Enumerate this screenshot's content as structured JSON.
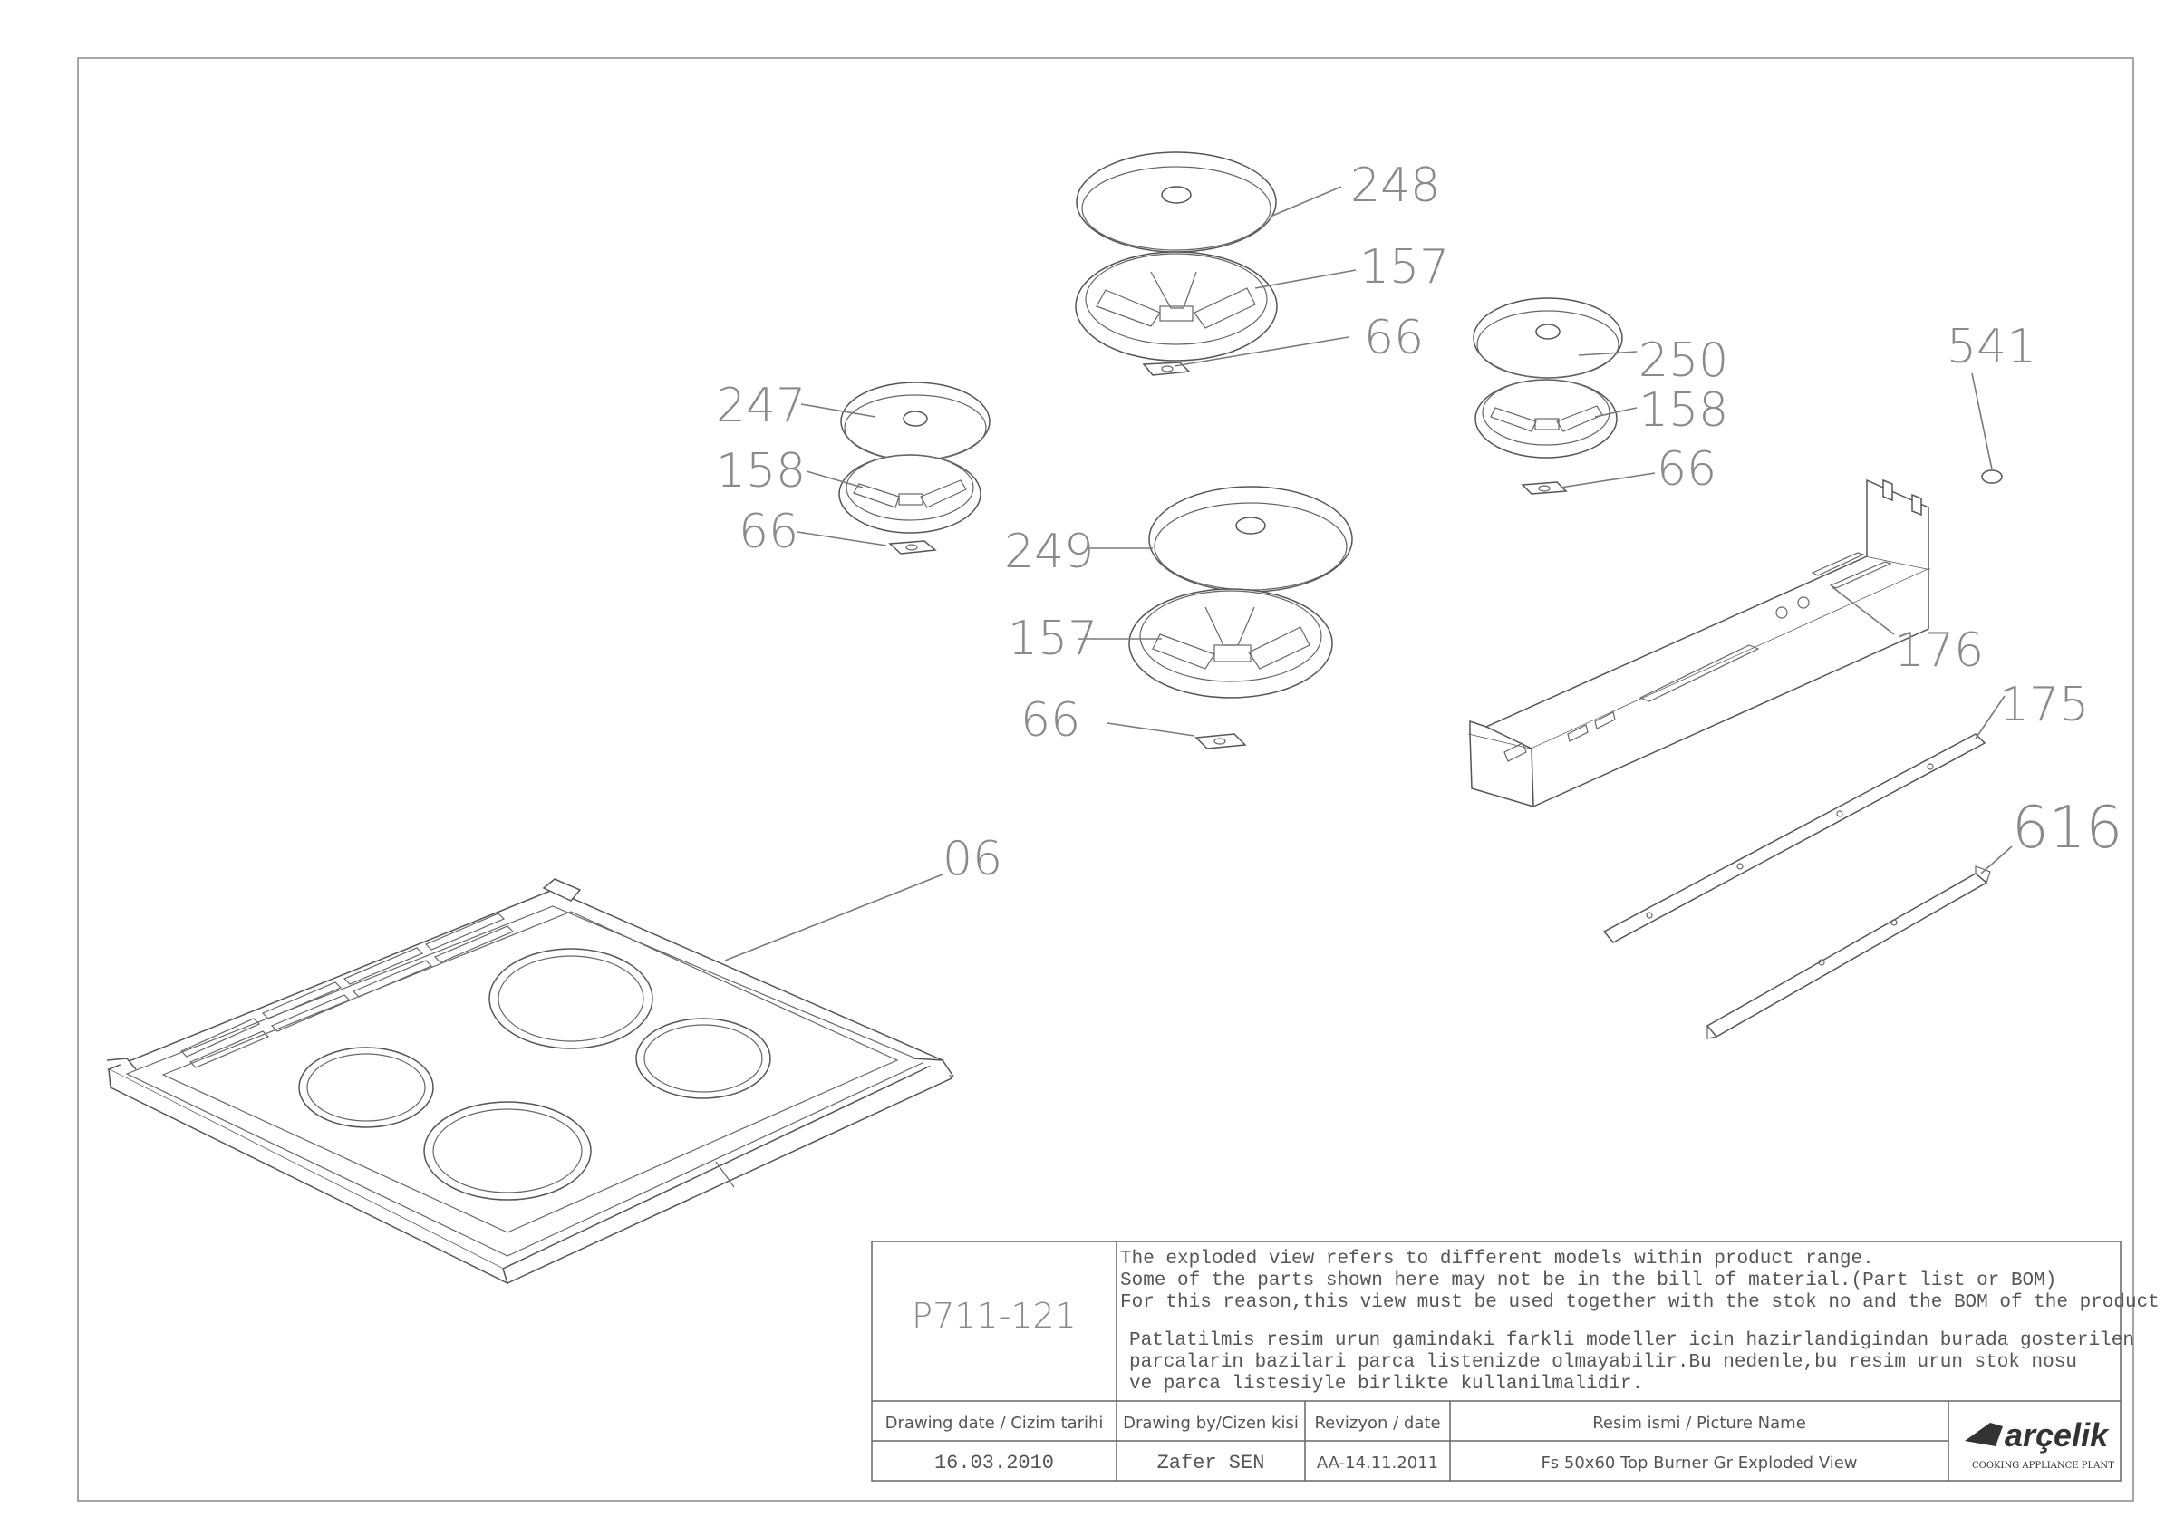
{
  "callouts": {
    "c248": "248",
    "c157a": "157",
    "c66a": "66",
    "c250": "250",
    "c158b": "158",
    "c66b": "66",
    "c541": "541",
    "c247": "247",
    "c158a": "158",
    "c66c": "66",
    "c249": "249",
    "c157b": "157",
    "c66d": "66",
    "c176": "176",
    "c175": "175",
    "c616": "616",
    "c06": "06"
  },
  "title_block": {
    "drawing_no": "P711-121",
    "note_en_1": "The exploded view refers to different models within product range.",
    "note_en_2": "Some of the parts shown here may not be in the bill of material.(Part list or BOM)",
    "note_en_3": "For this reason,this view must be used together with the stok no and the BOM of the product",
    "note_tr_1": "Patlatilmis resim urun gamindaki farkli modeller icin hazirlandigindan burada gosterilen",
    "note_tr_2": "parcalarin bazilari parca listenizde olmayabilir.Bu nedenle,bu resim urun stok nosu",
    "note_tr_3": "ve parca listesiyle birlikte kullanilmalidir.",
    "h_date": "Drawing date / Cizim tarihi",
    "h_by": "Drawing by/Cizen kisi",
    "h_rev": "Revizyon / date",
    "h_name": "Resim ismi / Picture Name",
    "v_date": "16.03.2010",
    "v_by": "Zafer SEN",
    "v_rev": "AA-14.11.2011",
    "v_name": "Fs 50x60 Top Burner Gr Exploded View",
    "logo_text": "arçelik",
    "logo_sub": "COOKING APPLIANCE PLANT"
  }
}
